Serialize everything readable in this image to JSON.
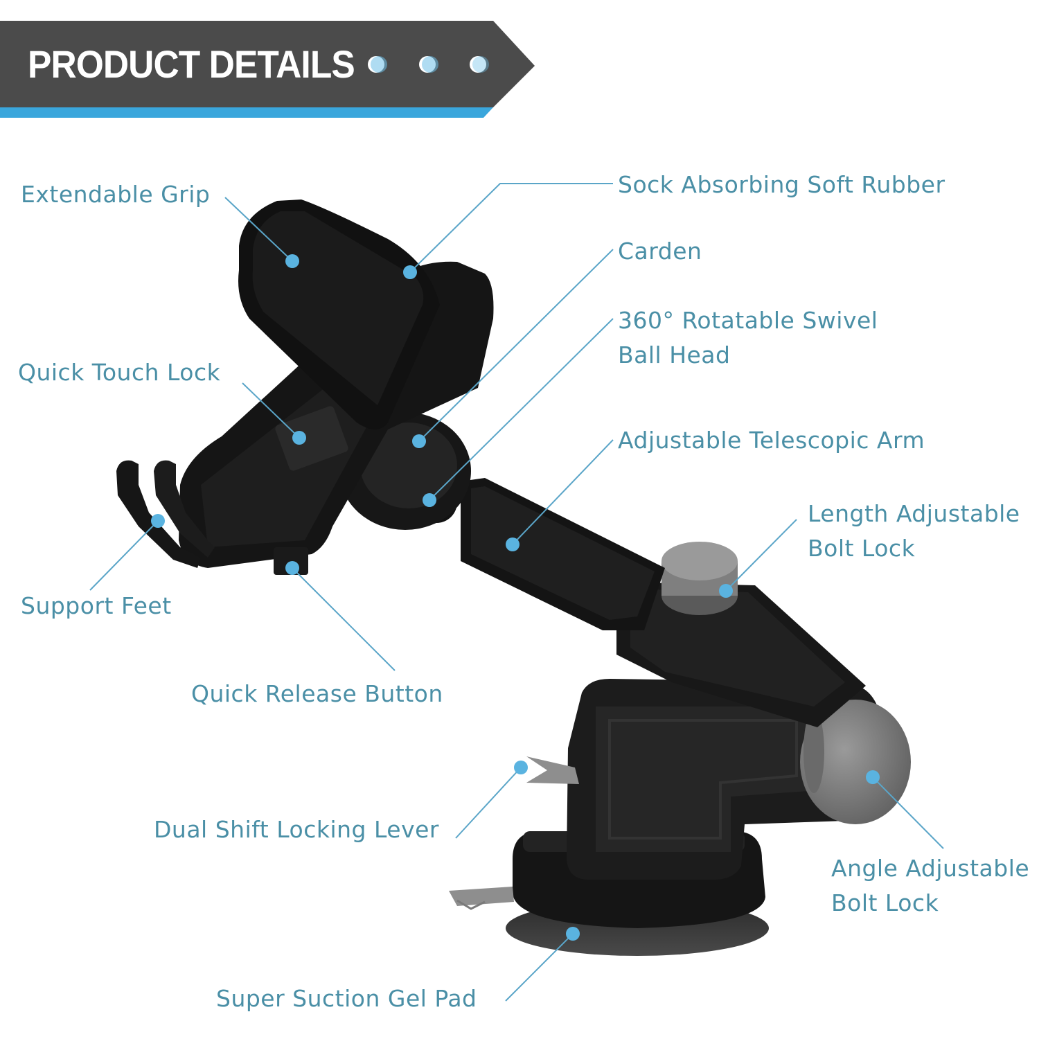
{
  "banner": {
    "title": "PRODUCT DETAILS"
  },
  "colors": {
    "banner_dark": "#4b4b4b",
    "banner_accent": "#3aa6dc",
    "label_text": "#4a8fa6",
    "callout_dot": "#5ab3e0",
    "callout_line": "#5aa5c8",
    "product_body": "#1b1b1b",
    "product_knob": "#7d7d7d"
  },
  "callouts": {
    "extendable_grip": "Extendable Grip",
    "sock_absorbing": "Sock Absorbing Soft Rubber",
    "carden": "Carden",
    "swivel_line1": "360° Rotatable Swivel",
    "swivel_line2": "Ball Head",
    "quick_touch_lock": "Quick Touch Lock",
    "telescopic_arm": "Adjustable Telescopic Arm",
    "length_bolt_line1": "Length Adjustable",
    "length_bolt_line2": "Bolt Lock",
    "support_feet": "Support Feet",
    "quick_release": "Quick Release Button",
    "dual_shift": "Dual Shift Locking Lever",
    "angle_bolt_line1": "Angle Adjustable",
    "angle_bolt_line2": "Bolt Lock",
    "gel_pad": "Super Suction Gel Pad"
  }
}
